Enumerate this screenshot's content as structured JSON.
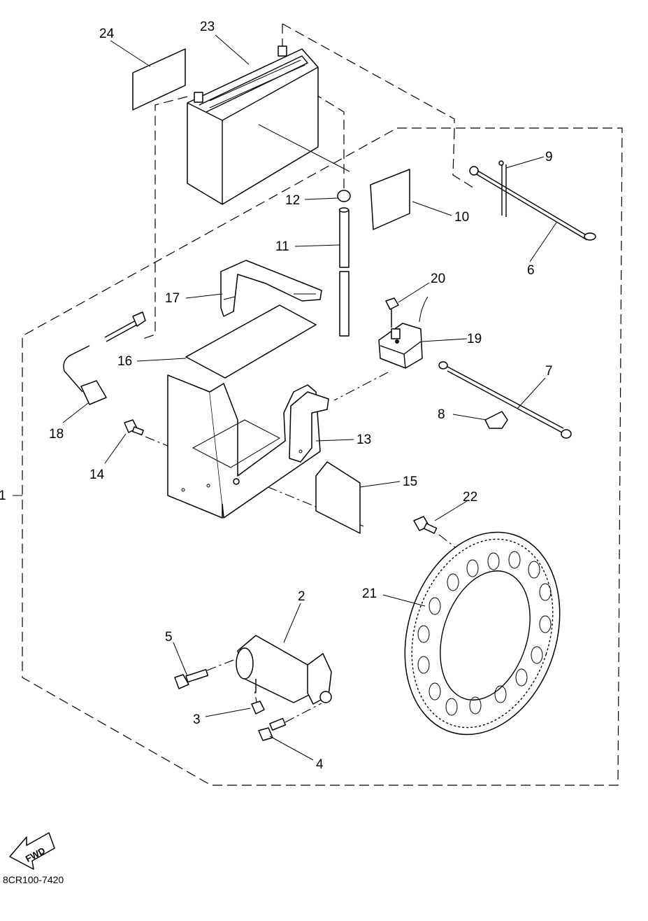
{
  "labels": {
    "l1": "1",
    "l2": "2",
    "l3": "3",
    "l4": "4",
    "l5": "5",
    "l6": "6",
    "l7": "7",
    "l8": "8",
    "l9": "9",
    "l10": "10",
    "l11": "11",
    "l12": "12",
    "l13": "13",
    "l14": "14",
    "l15": "15",
    "l16": "16",
    "l17": "17",
    "l18": "18",
    "l19": "19",
    "l20": "20",
    "l21": "21",
    "l22": "22",
    "l23": "23",
    "l24": "24"
  },
  "footer": {
    "code": "8CR100-7420",
    "fwd_label": "FWD"
  }
}
